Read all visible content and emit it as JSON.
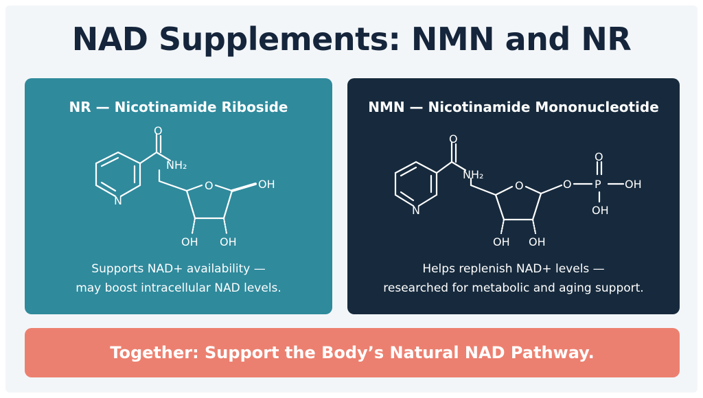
{
  "title": "NAD Supplements: NMN and NR",
  "colors": {
    "background": "#f3f6f9",
    "title": "#15253b",
    "nr_panel": "#2f8a9c",
    "nmn_panel": "#172a3d",
    "footer": "#ec8070",
    "text_on_panel": "#ffffff"
  },
  "nr": {
    "heading": "NR — Nicotinamide Riboside",
    "caption_line1": "Supports NAD+ availability —",
    "caption_line2": "may boost intracellular NAD levels.",
    "atoms": {
      "carbonyl_o": "O",
      "amide": "NH₂",
      "ring_n": "N",
      "ring_o": "O",
      "oh_right": "OH",
      "oh_left": "OH",
      "oh_bottom": "OH"
    }
  },
  "nmn": {
    "heading": "NMN — Nicotinamide Mononucleotide",
    "caption_line1": "Helps replenish NAD+ levels —",
    "caption_line2": "researched for metabolic and aging support.",
    "atoms": {
      "carbonyl_o": "O",
      "amide": "NH₂",
      "ring_n": "N",
      "ring_o": "O",
      "phosphate_link": "O",
      "phosphorus": "P",
      "phosphate_top_o": "O",
      "phosphate_oh_right": "OH",
      "phosphate_oh_bottom": "OH",
      "oh_left": "OH",
      "oh_bottom": "OH"
    }
  },
  "footer": {
    "text": "Together: Support the Body’s Natural NAD Pathway."
  }
}
